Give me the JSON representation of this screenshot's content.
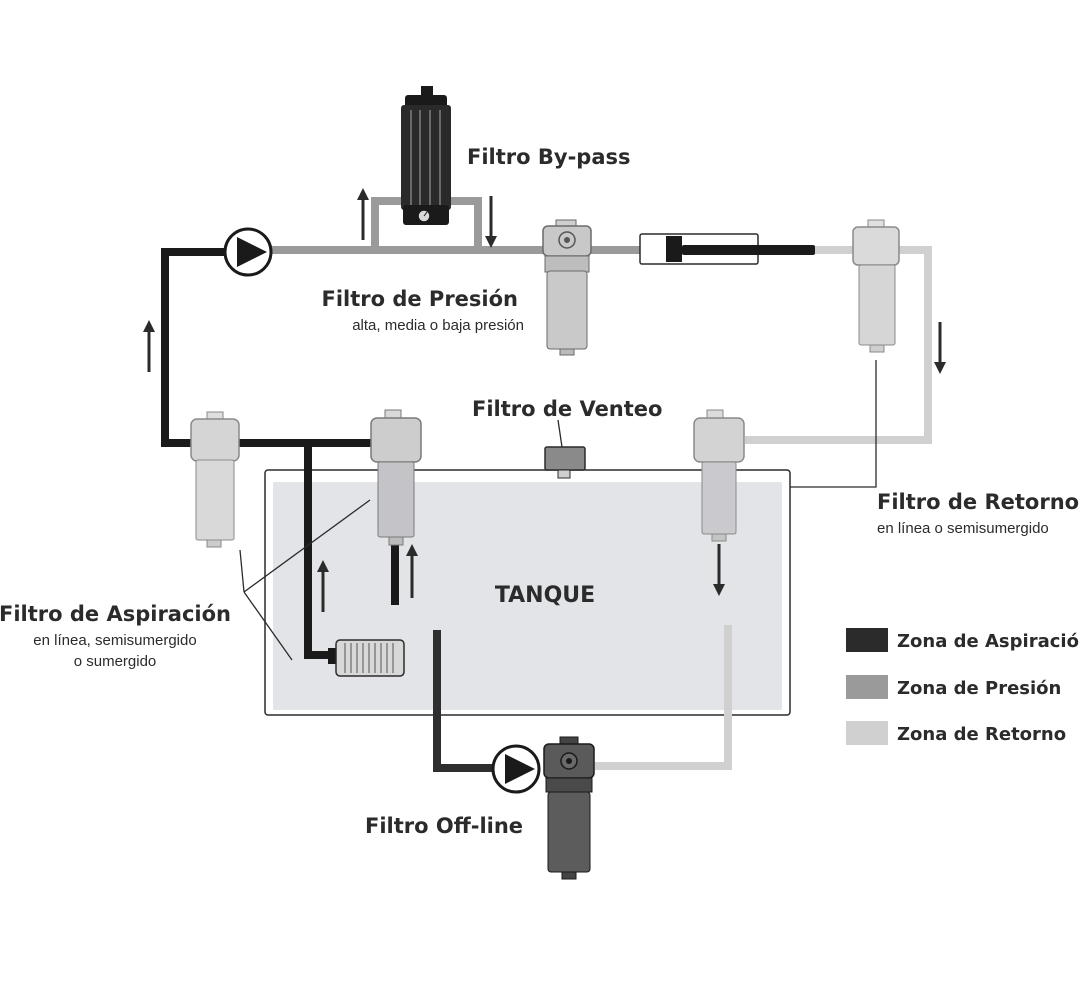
{
  "labels": {
    "bypass": "Filtro By-pass",
    "pressure_title": "Filtro de Presión",
    "pressure_sub": "alta, media o baja presión",
    "vent": "Filtro de Venteo",
    "return_title": "Filtro de Retorno",
    "return_sub": "en línea o semisumergido",
    "aspiration_title": "Filtro de Aspiración",
    "aspiration_sub1": "en línea, semisumergido",
    "aspiration_sub2": "o sumergido",
    "tank": "TANQUE",
    "offline": "Filtro Off-line"
  },
  "legend": [
    {
      "label": "Zona de Aspiración",
      "color": "#2b2b2b"
    },
    {
      "label": "Zona de Presión",
      "color": "#9a9a9a"
    },
    {
      "label": "Zona de Retorno",
      "color": "#d0d0d0"
    }
  ],
  "colors": {
    "aspiration": "#1a1a1a",
    "pressure": "#9a9a9a",
    "return": "#d0d0d0",
    "tank_fill": "#e3e4e8",
    "offline_pipe": "#2e2e2e"
  }
}
